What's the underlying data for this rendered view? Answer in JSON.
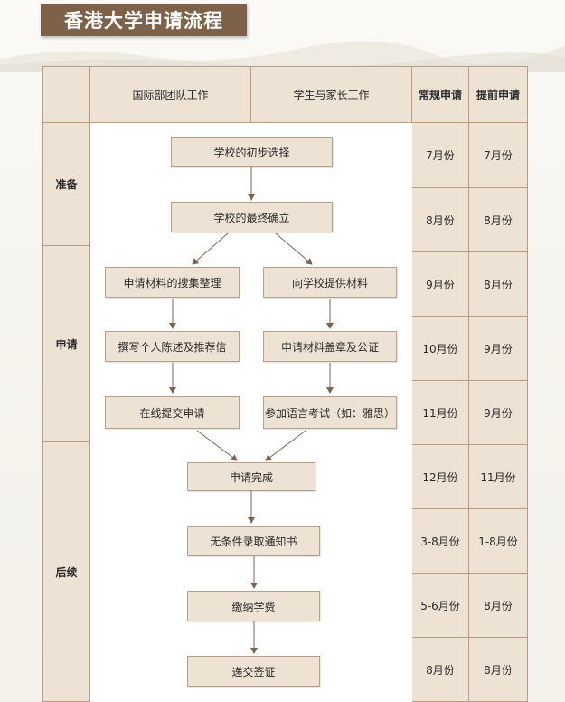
{
  "title": "香港大学申请流程",
  "headers": {
    "intl_team": "国际部团队工作",
    "student_parent": "学生与家长工作",
    "regular": "常规申请",
    "early": "提前申请"
  },
  "stages": [
    "准备",
    "申请",
    "后续"
  ],
  "flow": {
    "initial_selection": "学校的初步选择",
    "final_confirm": "学校的最终确立",
    "collect_materials": "申请材料的搜集整理",
    "provide_materials": "向学校提供材料",
    "write_statement": "撰写个人陈述及推荐信",
    "stamp_notarize": "申请材料盖章及公证",
    "online_submit": "在线提交申请",
    "language_test": "参加语言考试（如：雅思）",
    "complete": "申请完成",
    "offer": "无条件录取通知书",
    "pay_fees": "缴纳学费",
    "visa": "递交签证"
  },
  "schedule": [
    {
      "regular": "7月份",
      "early": "7月份"
    },
    {
      "regular": "8月份",
      "early": "8月份"
    },
    {
      "regular": "9月份",
      "early": "8月份"
    },
    {
      "regular": "10月份",
      "early": "9月份"
    },
    {
      "regular": "11月份",
      "early": "9月份"
    },
    {
      "regular": "12月份",
      "early": "11月份"
    },
    {
      "regular": "3-8月份",
      "early": "1-8月份"
    },
    {
      "regular": "5-6月份",
      "early": "8月份"
    },
    {
      "regular": "8月份",
      "early": "8月份"
    }
  ],
  "colors": {
    "banner": "#7d6148",
    "cell_fill": "#ede2d3",
    "border": "#b79d82",
    "arrow": "#7a6452"
  }
}
